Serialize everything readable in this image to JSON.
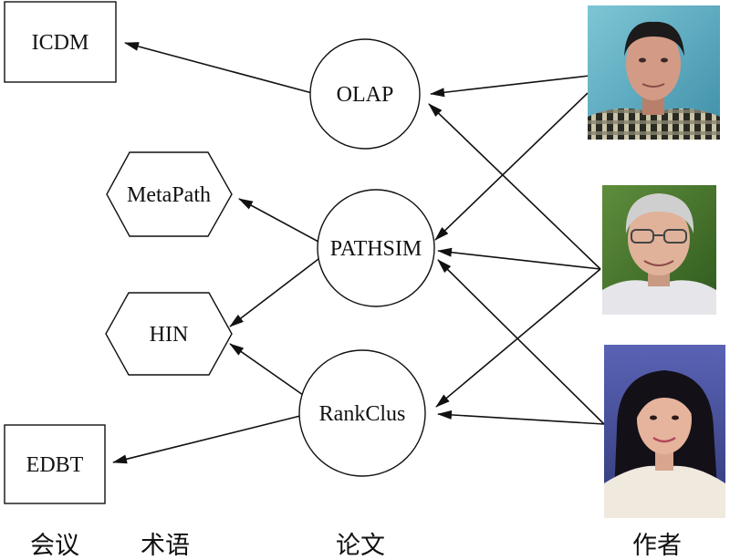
{
  "venues": [
    {
      "id": "icdm",
      "label": "ICDM"
    },
    {
      "id": "edbt",
      "label": "EDBT"
    }
  ],
  "terms": [
    {
      "id": "metapath",
      "label": "MetaPath"
    },
    {
      "id": "hin",
      "label": "HIN"
    }
  ],
  "papers": [
    {
      "id": "olap",
      "label": "OLAP"
    },
    {
      "id": "pathsim",
      "label": "PATHSIM"
    },
    {
      "id": "rankclus",
      "label": "RankClus"
    }
  ],
  "authors": [
    {
      "id": "author1",
      "photo": "man-checked-shirt"
    },
    {
      "id": "author2",
      "photo": "man-glasses-grey-hair"
    },
    {
      "id": "author3",
      "photo": "woman-long-dark-hair"
    }
  ],
  "edges": [
    {
      "from": "olap",
      "to": "icdm"
    },
    {
      "from": "pathsim",
      "to": "metapath"
    },
    {
      "from": "pathsim",
      "to": "hin"
    },
    {
      "from": "rankclus",
      "to": "hin"
    },
    {
      "from": "rankclus",
      "to": "edbt"
    },
    {
      "from": "author1",
      "to": "olap"
    },
    {
      "from": "author1",
      "to": "pathsim"
    },
    {
      "from": "author2",
      "to": "olap"
    },
    {
      "from": "author2",
      "to": "pathsim"
    },
    {
      "from": "author2",
      "to": "rankclus"
    },
    {
      "from": "author3",
      "to": "pathsim"
    },
    {
      "from": "author3",
      "to": "rankclus"
    }
  ],
  "column_labels": {
    "venue": "会议",
    "term": "术语",
    "paper": "论文",
    "author": "作者"
  }
}
